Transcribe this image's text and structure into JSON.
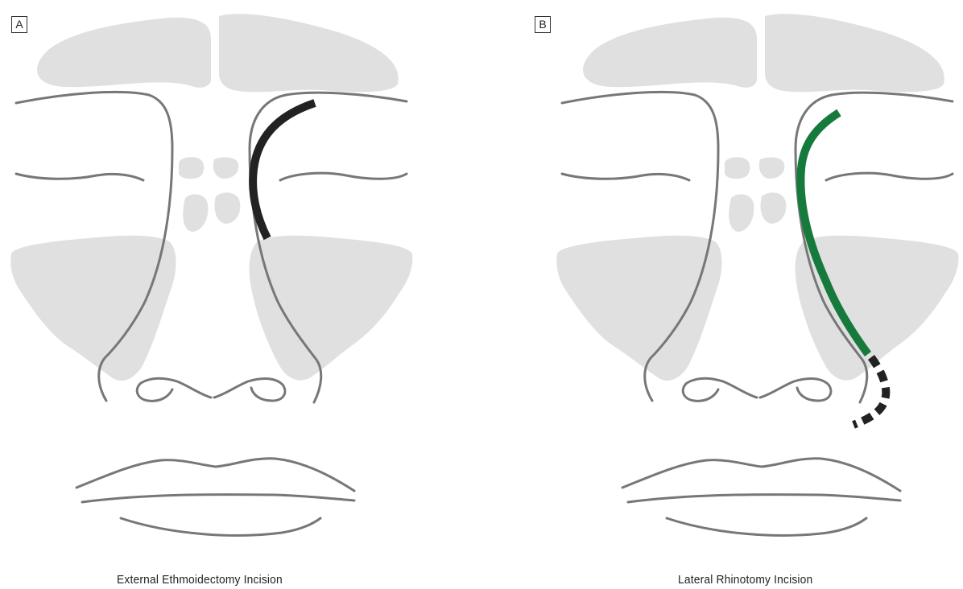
{
  "panels": [
    {
      "letter": "A",
      "caption": "External Ethmoidectomy Incision"
    },
    {
      "letter": "B",
      "caption": "Lateral Rhinotomy Incision"
    }
  ],
  "colors": {
    "background": "#ffffff",
    "sinus_fill": "#e0e0e0",
    "face_outline": "#777777",
    "ethmoidectomy_incision": "#222222",
    "rhinotomy_incision": "#157a3c",
    "rhinotomy_extension": "#222222"
  },
  "icons": [
    "face-outline-drawing",
    "paranasal-sinus-shading",
    "incision-line"
  ]
}
